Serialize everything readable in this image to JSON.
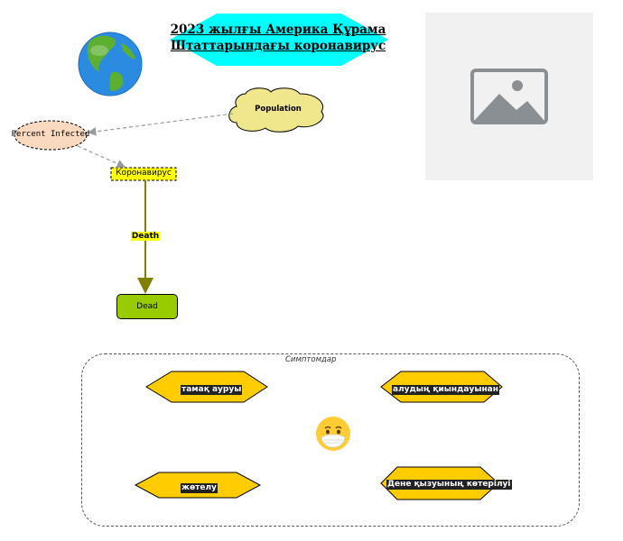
{
  "title": {
    "line1": "2023 жылғы Америка Құрама",
    "line2": "Штаттарындағы коронавирус"
  },
  "nodes": {
    "population": "Population",
    "percent_infected": "Percent Infected",
    "coronavirus": "Коронавирус",
    "death_edge": "Death",
    "dead": "Dead"
  },
  "symptoms": {
    "label": "Симптомдар",
    "items": [
      "тамақ ауруы",
      "алудың қиындауынан",
      "жөтелу",
      "Дене қызуының көтерілуі"
    ]
  },
  "icons": {
    "globe": "globe-icon",
    "image": "image-placeholder-icon",
    "mask": "face-with-mask-icon"
  },
  "colors": {
    "title_fill": "#00ffff",
    "population_fill": "#f0e68c",
    "percent_fill": "#fad9c1",
    "coronavirus_fill": "#ffff00",
    "dead_fill": "#99cc00",
    "symptom_fill": "#ffcc00"
  }
}
